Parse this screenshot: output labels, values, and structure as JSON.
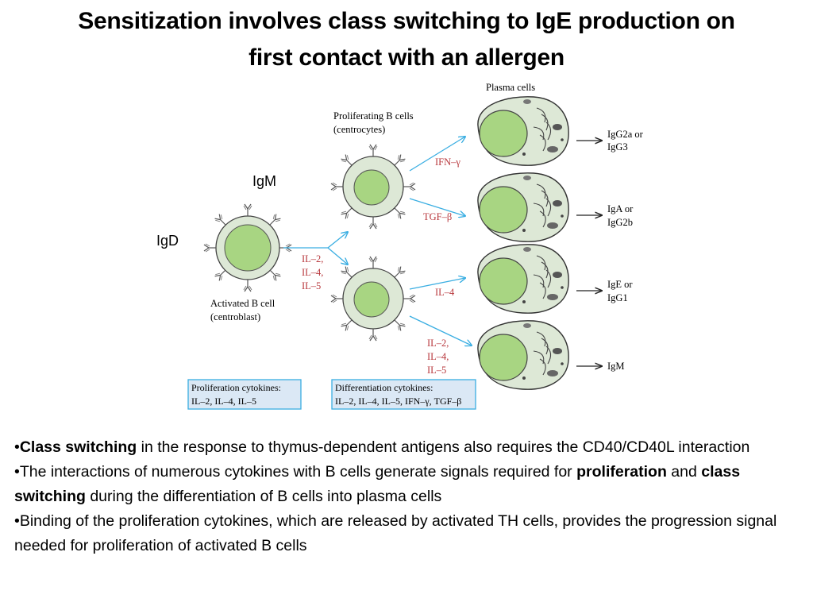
{
  "title": {
    "line1": "Sensitization involves class switching to IgE production on",
    "line2": "first contact with an allergen"
  },
  "diagram": {
    "plasma_cells_label": "Plasma cells",
    "proliferating_label_1": "Proliferating B cells",
    "proliferating_label_2": "(centrocytes)",
    "activated_label_1": "Activated B cell",
    "activated_label_2": "(centroblast)",
    "igm_label": "IgM",
    "igd_label": "IgD",
    "il_left": [
      "IL–2,",
      "IL–4,",
      "IL–5"
    ],
    "ifn": "IFN–γ",
    "tgf": "TGF–β",
    "il4": "IL–4",
    "il_bottom": [
      "IL–2,",
      "IL–4,",
      "IL–5"
    ],
    "outputs": [
      [
        "IgG2a or",
        "IgG3"
      ],
      [
        "IgA or",
        "IgG2b"
      ],
      [
        "IgE or",
        "IgG1"
      ],
      [
        "IgM"
      ]
    ],
    "prolif_box_title": "Proliferation cytokines:",
    "prolif_box_items": "IL–2, IL–4, IL–5",
    "diff_box_title": "Differentiation cytokines:",
    "diff_box_items": "IL–2, IL–4, IL–5, IFN–γ, TGF–β",
    "colors": {
      "nucleus": "#a8d582",
      "cell_fill": "#dde8d6",
      "arrow_blue": "#3aaee2",
      "cytokine_red": "#b8383d",
      "box_fill": "#dbe8f5",
      "box_border": "#3aaee2"
    }
  },
  "bullets": [
    {
      "prefix": "•",
      "bold1": "Class switching",
      "rest1": " in the response to thymus-dependent antigens also requires the CD40/CD40L interaction"
    },
    {
      "prefix": "•",
      "text1": "The interactions of numerous cytokines with B cells generate signals required for ",
      "bold1": "proliferation",
      "text2": " and ",
      "bold2": "class switching",
      "text3": " during the differentiation of B cells into plasma cells"
    },
    {
      "prefix": "•",
      "text1": "Binding of the proliferation cytokines, which are released by activated TH cells, provides the progression signal needed for proliferation of activated B cells"
    }
  ]
}
